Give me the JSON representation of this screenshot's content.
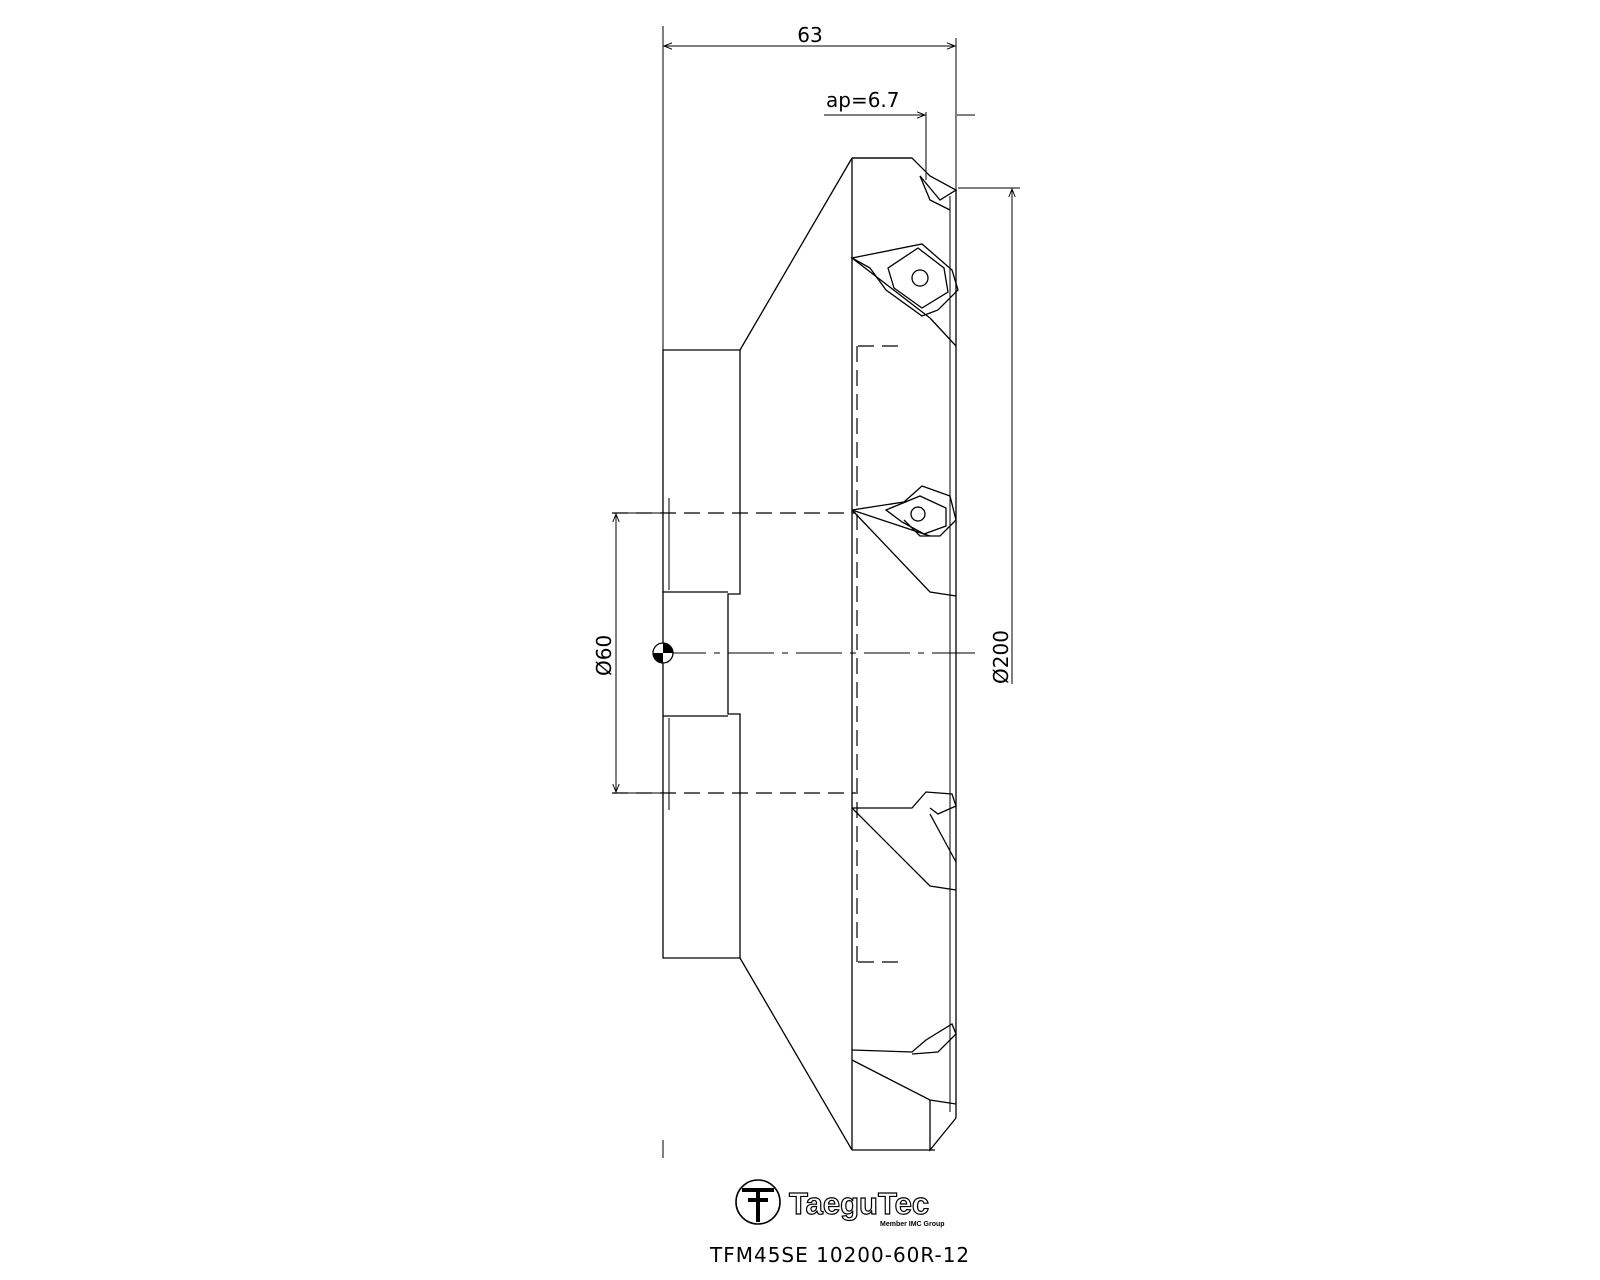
{
  "dimensions": {
    "overall_length": "63",
    "depth_of_cut": "ap=6.7",
    "bore_diameter": "Ø60",
    "cutter_diameter": "Ø200"
  },
  "logo": {
    "brand": "TaeguTec",
    "tagline": "Member IMC Group"
  },
  "part_number": "TFM45SE 10200-60R-12"
}
